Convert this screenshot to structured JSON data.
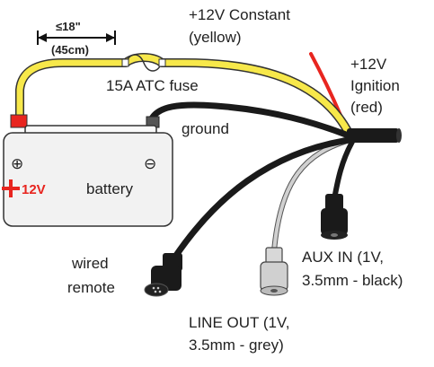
{
  "labels": {
    "length_line1": "≤18\"",
    "length_line2": "(45cm)",
    "constant_line1": "+12V Constant",
    "constant_line2": "(yellow)",
    "fuse": "15A ATC fuse",
    "ignition_line1": "+12V",
    "ignition_line2": "Ignition",
    "ignition_line3": "(red)",
    "ground": "ground",
    "battery": "battery",
    "battery_voltage": "12V",
    "plus_terminal": "⊕",
    "minus_terminal": "⊖",
    "aux_line1": "AUX IN (1V,",
    "aux_line2": "3.5mm - black)",
    "line_out_line1": "LINE OUT (1V,",
    "line_out_line2": "3.5mm - grey)",
    "remote_line1": "wired",
    "remote_line2": "remote"
  },
  "colors": {
    "constant_wire": "#f7e84a",
    "ignition_wire": "#e8251f",
    "ground_wire": "#1a1a1a",
    "grey_wire": "#c8c8c8",
    "battery_red": "#e8251f",
    "battery_body": "#f2f2f2"
  }
}
